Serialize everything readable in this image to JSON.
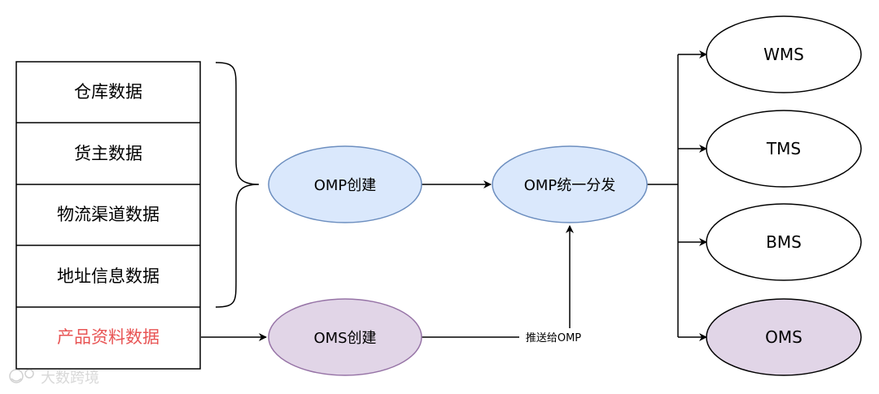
{
  "table": {
    "rows": [
      {
        "label": "仓库数据",
        "color": "#000000"
      },
      {
        "label": "货主数据",
        "color": "#000000"
      },
      {
        "label": "物流渠道数据",
        "color": "#000000"
      },
      {
        "label": "地址信息数据",
        "color": "#000000"
      },
      {
        "label": "产品资料数据",
        "color": "#e85454"
      }
    ]
  },
  "nodes": {
    "omp_create": {
      "label": "OMP创建",
      "fill": "#dae8fc",
      "stroke": "#6c8ebf"
    },
    "oms_create": {
      "label": "OMS创建",
      "fill": "#e1d5e7",
      "stroke": "#9673a6"
    },
    "omp_dispatch": {
      "label": "OMP统一分发",
      "fill": "#dae8fc",
      "stroke": "#6c8ebf"
    }
  },
  "targets": [
    {
      "label": "WMS",
      "fill": "#ffffff"
    },
    {
      "label": "TMS",
      "fill": "#ffffff"
    },
    {
      "label": "BMS",
      "fill": "#ffffff"
    },
    {
      "label": "OMS",
      "fill": "#e1d5e7"
    }
  ],
  "edge_labels": {
    "push_to_omp": "推送给OMP"
  },
  "watermark": "大数跨境"
}
